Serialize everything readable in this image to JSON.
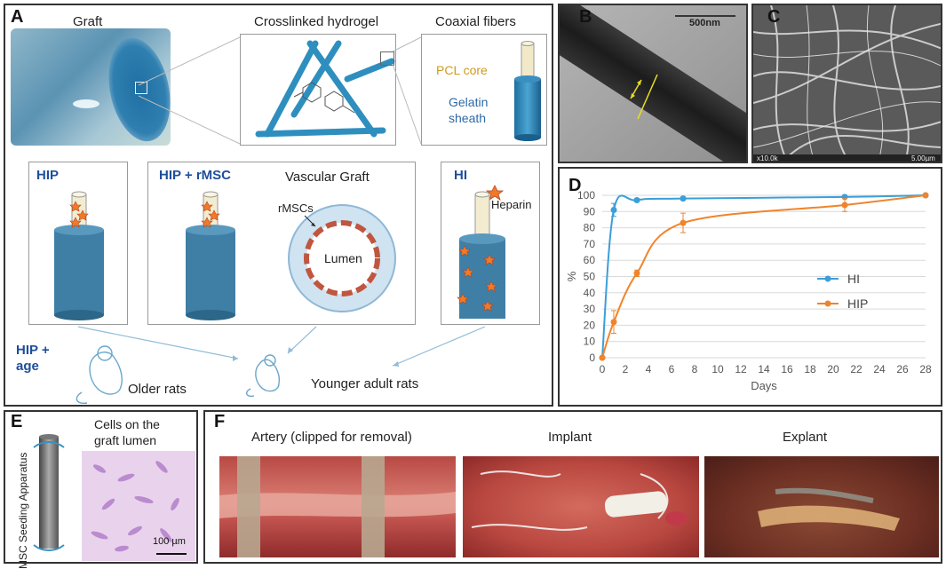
{
  "panels": {
    "a": {
      "label": "A",
      "graft_title": "Graft",
      "hydrogel_title": "Crosslinked hydrogel",
      "coaxial_title": "Coaxial fibers",
      "core_label": "PCL core",
      "sheath_label_1": "Gelatin",
      "sheath_label_2": "sheath",
      "hip_title": "HIP",
      "hip_rmsc_title": "HIP + rMSC",
      "vascular_graft_title": "Vascular Graft",
      "rmscs_label": "rMSCs",
      "lumen_label": "Lumen",
      "hi_title": "HI",
      "heparin_label": "Heparin",
      "hip_age_line1": "HIP +",
      "hip_age_line2": "age",
      "older_rats": "Older rats",
      "younger_rats": "Younger adult rats",
      "colors": {
        "blue_label": "#1f4e9a",
        "core_label": "#d19a1c",
        "sheath_label": "#2d6aa6"
      }
    },
    "b": {
      "label": "B",
      "scale_bar": "500nm"
    },
    "c": {
      "label": "C",
      "footer_left": "x10.0k",
      "footer_right": "5.00µm"
    },
    "d": {
      "label": "D"
    },
    "e": {
      "label": "E",
      "caption_line1": "Cells on the",
      "caption_line2": "graft lumen",
      "apparatus_label": "MSC Seeding Apparatus",
      "scale_bar": "100 µm"
    },
    "f": {
      "label": "F",
      "artery_title": "Artery (clipped for removal)",
      "implant_title": "Implant",
      "explant_title": "Explant"
    }
  },
  "chart_data": {
    "type": "line",
    "xlabel": "Days",
    "ylabel": "%",
    "xlim": [
      0,
      28
    ],
    "ylim": [
      0,
      100
    ],
    "xticks": [
      0,
      2,
      4,
      6,
      8,
      10,
      12,
      14,
      16,
      18,
      20,
      22,
      24,
      26,
      28
    ],
    "yticks": [
      0,
      10,
      20,
      30,
      40,
      50,
      60,
      70,
      80,
      90,
      100
    ],
    "grid": true,
    "legend_position": "center-right",
    "series": [
      {
        "name": "HI",
        "color": "#3b9fd8",
        "x": [
          0,
          1,
          3,
          7,
          21,
          28
        ],
        "values": [
          0,
          91,
          97,
          98,
          99,
          100
        ],
        "errors": [
          0,
          4,
          1,
          1,
          1,
          0
        ]
      },
      {
        "name": "HIP",
        "color": "#f0842c",
        "x": [
          0,
          1,
          3,
          7,
          21,
          28
        ],
        "values": [
          0,
          22,
          52,
          83,
          94,
          100
        ],
        "errors": [
          0,
          7,
          2,
          6,
          4,
          0
        ]
      }
    ]
  }
}
